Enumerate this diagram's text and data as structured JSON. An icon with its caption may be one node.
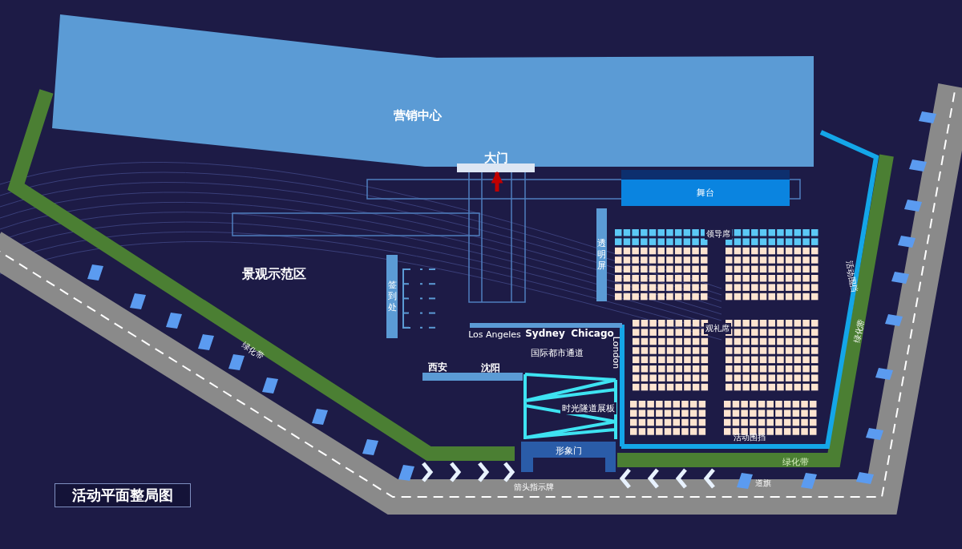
{
  "diagram": {
    "title": "活动平面整局图",
    "nodes": [
      {
        "text": [
          "营销中心"
        ]
      },
      {
        "text": [
          "大门"
        ]
      },
      {
        "text": [
          "舞台"
        ]
      },
      {
        "text": [
          "透明屏"
        ]
      },
      {
        "text": [
          "签到处"
        ]
      },
      {
        "text": [
          "时光隧道展板"
        ]
      },
      {
        "text": [
          "形象门"
        ]
      }
    ],
    "edges": [
      {
        "from": null,
        "to": 1,
        "arrow": "to"
      }
    ],
    "labels": [
      "领导席",
      "活动围挡",
      "景观示范区",
      "Los Angeles",
      "Sydney",
      "Chicago",
      "观礼席",
      "绿化带",
      "London",
      "绿化带",
      "国际都市通道",
      "西安",
      "沈阳",
      "活动围挡",
      "绿化带",
      "箭头指示牌",
      "道旗"
    ]
  }
}
